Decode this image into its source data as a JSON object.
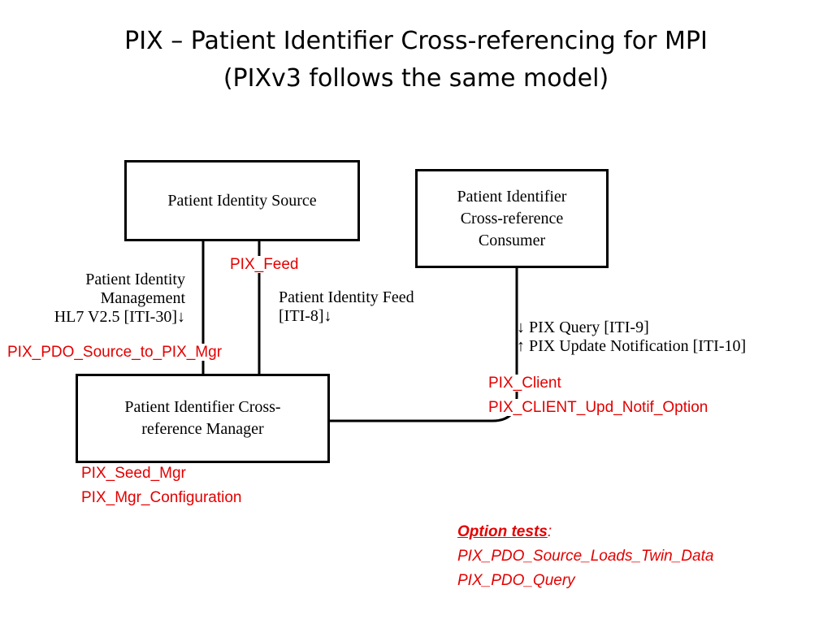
{
  "title": {
    "line1": "PIX – Patient Identifier Cross-referencing for MPI",
    "line2": "(PIXv3 follows the same model)"
  },
  "boxes": {
    "source": "Patient Identity Source",
    "consumer_line1": "Patient Identifier",
    "consumer_line2": "Cross-reference",
    "consumer_line3": "Consumer",
    "manager_line1": "Patient Identifier Cross-",
    "manager_line2": "reference Manager"
  },
  "transactions": {
    "pim_line1": "Patient Identity",
    "pim_line2": "Management",
    "pim_line3": "HL7 V2.5 [ITI-30]↓",
    "feed_line1": "Patient Identity Feed",
    "feed_line2": "[ITI-8]↓",
    "query": "↓ PIX Query [ITI-9]",
    "update": "↑ PIX Update Notification [ITI-10]"
  },
  "tests": {
    "pix_feed": "PIX_Feed",
    "pdo_source": "PIX_PDO_Source_to_PIX_Mgr",
    "client": "PIX_Client",
    "client_upd": "PIX_CLIENT_Upd_Notif_Option",
    "seed_mgr": "PIX_Seed_Mgr",
    "mgr_config": "PIX_Mgr_Configuration",
    "option_heading": "Option tests",
    "option_colon": ":",
    "option1": "PIX_PDO_Source_Loads_Twin_Data",
    "option2": "PIX_PDO_Query"
  },
  "colors": {
    "test_text": "#e30000",
    "line": "#000000"
  }
}
